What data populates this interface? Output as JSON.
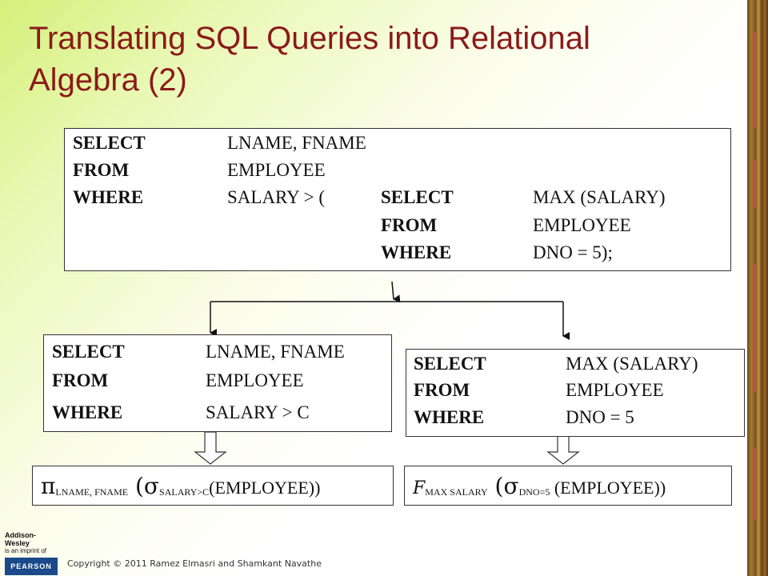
{
  "slide": {
    "title_line1": "Translating SQL Queries into Relational",
    "title_line2": "Algebra (2)"
  },
  "main_query": {
    "rows": [
      {
        "kw": "SELECT",
        "val": "LNAME, FNAME"
      },
      {
        "kw": "FROM",
        "val": "EMPLOYEE"
      },
      {
        "kw": "WHERE",
        "val": "SALARY > ("
      }
    ],
    "inner_rows": [
      {
        "kw": "SELECT",
        "val": "MAX (SALARY)"
      },
      {
        "kw": "FROM",
        "val": "EMPLOYEE"
      },
      {
        "kw": "WHERE",
        "val": "DNO = 5);"
      }
    ]
  },
  "outer_block": {
    "rows": [
      {
        "kw": "SELECT",
        "val": "LNAME, FNAME"
      },
      {
        "kw": "FROM",
        "val": "EMPLOYEE"
      },
      {
        "kw": "WHERE",
        "val": "SALARY > C"
      }
    ]
  },
  "inner_block": {
    "rows": [
      {
        "kw": "SELECT",
        "val": "MAX (SALARY)"
      },
      {
        "kw": "FROM",
        "val": "EMPLOYEE"
      },
      {
        "kw": "WHERE",
        "val": "DNO = 5"
      }
    ]
  },
  "algebra_left": {
    "pi": "π",
    "pi_sub": "LNAME, FNAME",
    "open": " (",
    "sigma": "σ",
    "sigma_sub": "SALARY>C",
    "rest": "(EMPLOYEE))"
  },
  "algebra_right": {
    "func": "F",
    "func_sub": "MAX SALARY",
    "open": " (",
    "sigma": "σ",
    "sigma_sub": "DNO=5",
    "rest": " (EMPLOYEE))"
  },
  "footer": {
    "copyright": "Copyright © 2011 Ramez Elmasri and Shamkant Navathe",
    "publisher_line1": "Addison-Wesley",
    "publisher_line2": "is an imprint of",
    "publisher_logo": "PEARSON"
  }
}
